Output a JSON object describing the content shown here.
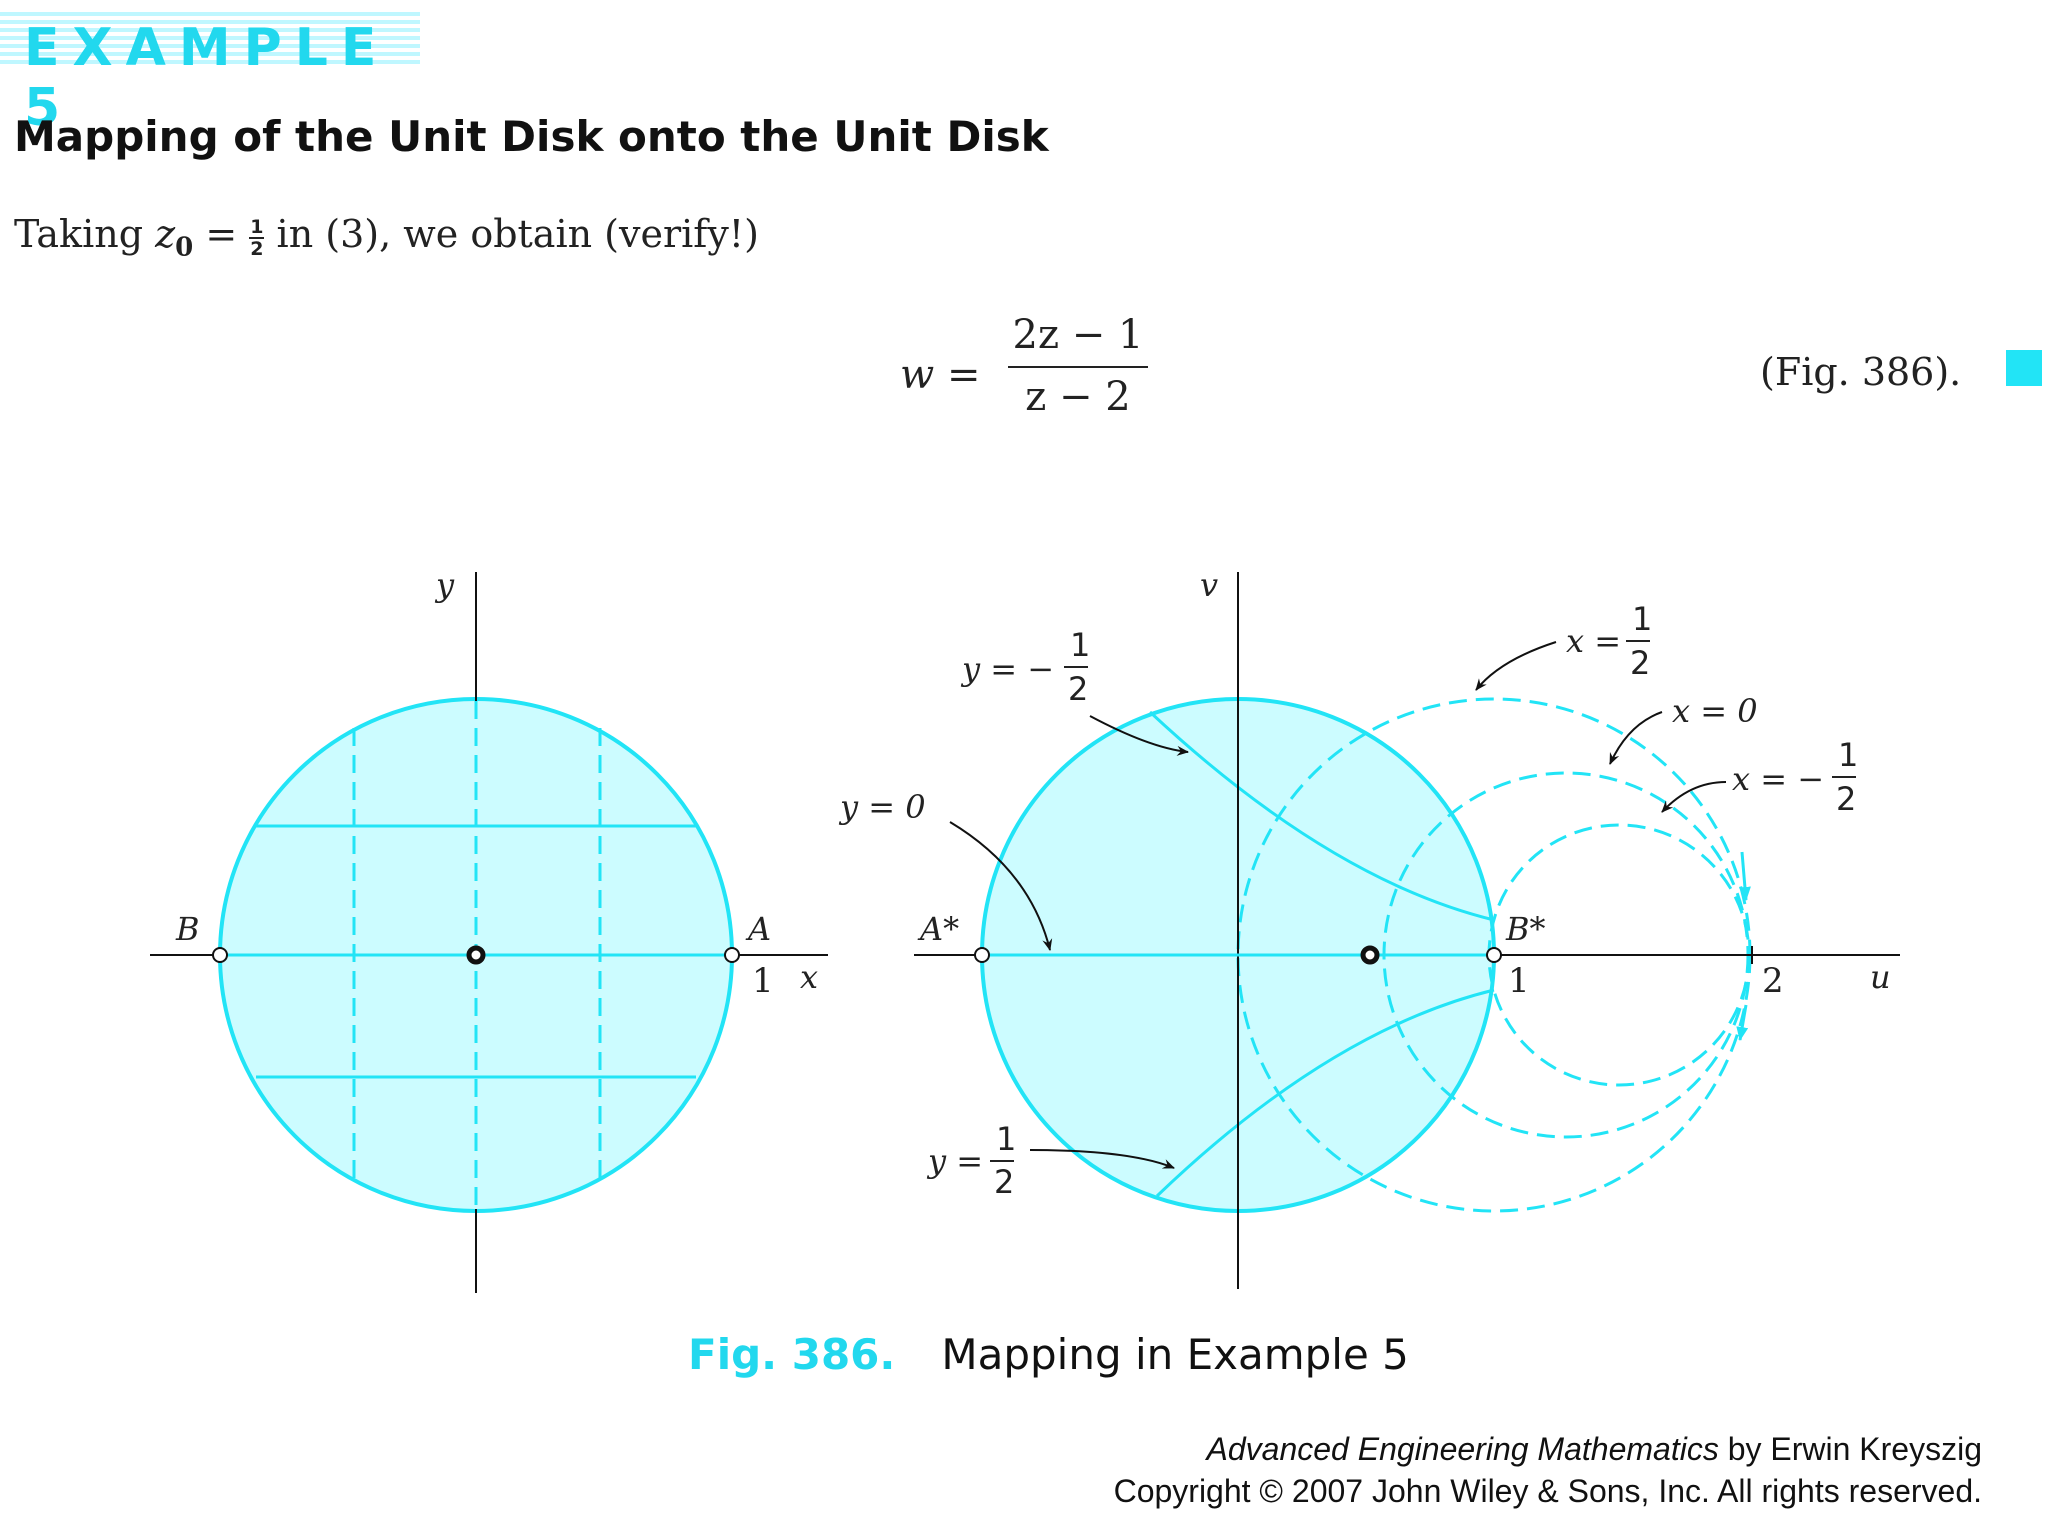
{
  "header": {
    "example_label": "EXAMPLE 5",
    "title": "Mapping of the Unit Disk onto the Unit Disk"
  },
  "intro": {
    "before": "Taking ",
    "var": "z",
    "sub": "0",
    "equals": " = ",
    "frac_num": "1",
    "frac_den": "2",
    "after": " in (3), we obtain (verify!)"
  },
  "equation": {
    "lhs": "w =",
    "numerator": "2z − 1",
    "denominator": "z − 2",
    "reference": "(Fig. 386)."
  },
  "figure": {
    "left": {
      "axis_x": "x",
      "axis_y": "y",
      "point_b": "B",
      "point_a": "A",
      "tick_one": "1"
    },
    "right": {
      "axis_u": "u",
      "axis_v": "v",
      "point_a_star": "A*",
      "point_b_star": "B*",
      "tick_one": "1",
      "tick_two": "2",
      "label_y_neg_half": {
        "lhs": "y = −",
        "num": "1",
        "den": "2"
      },
      "label_y_zero": "y = 0",
      "label_y_half": {
        "lhs": "y =",
        "num": "1",
        "den": "2"
      },
      "label_x_half": {
        "lhs": "x =",
        "num": "1",
        "den": "2"
      },
      "label_x_zero": "x = 0",
      "label_x_neg_half": {
        "lhs": "x = −",
        "num": "1",
        "den": "2"
      }
    },
    "colors": {
      "fill": "#ccfcff",
      "stroke": "#22e4f6",
      "accent": "#22d8ee"
    }
  },
  "caption": {
    "number": "Fig. 386.",
    "text": "Mapping in Example 5"
  },
  "credit": {
    "book": "Advanced Engineering Mathematics",
    "author": " by Erwin Kreyszig",
    "copyright": "Copyright © 2007 John Wiley & Sons, Inc.  All rights reserved."
  }
}
